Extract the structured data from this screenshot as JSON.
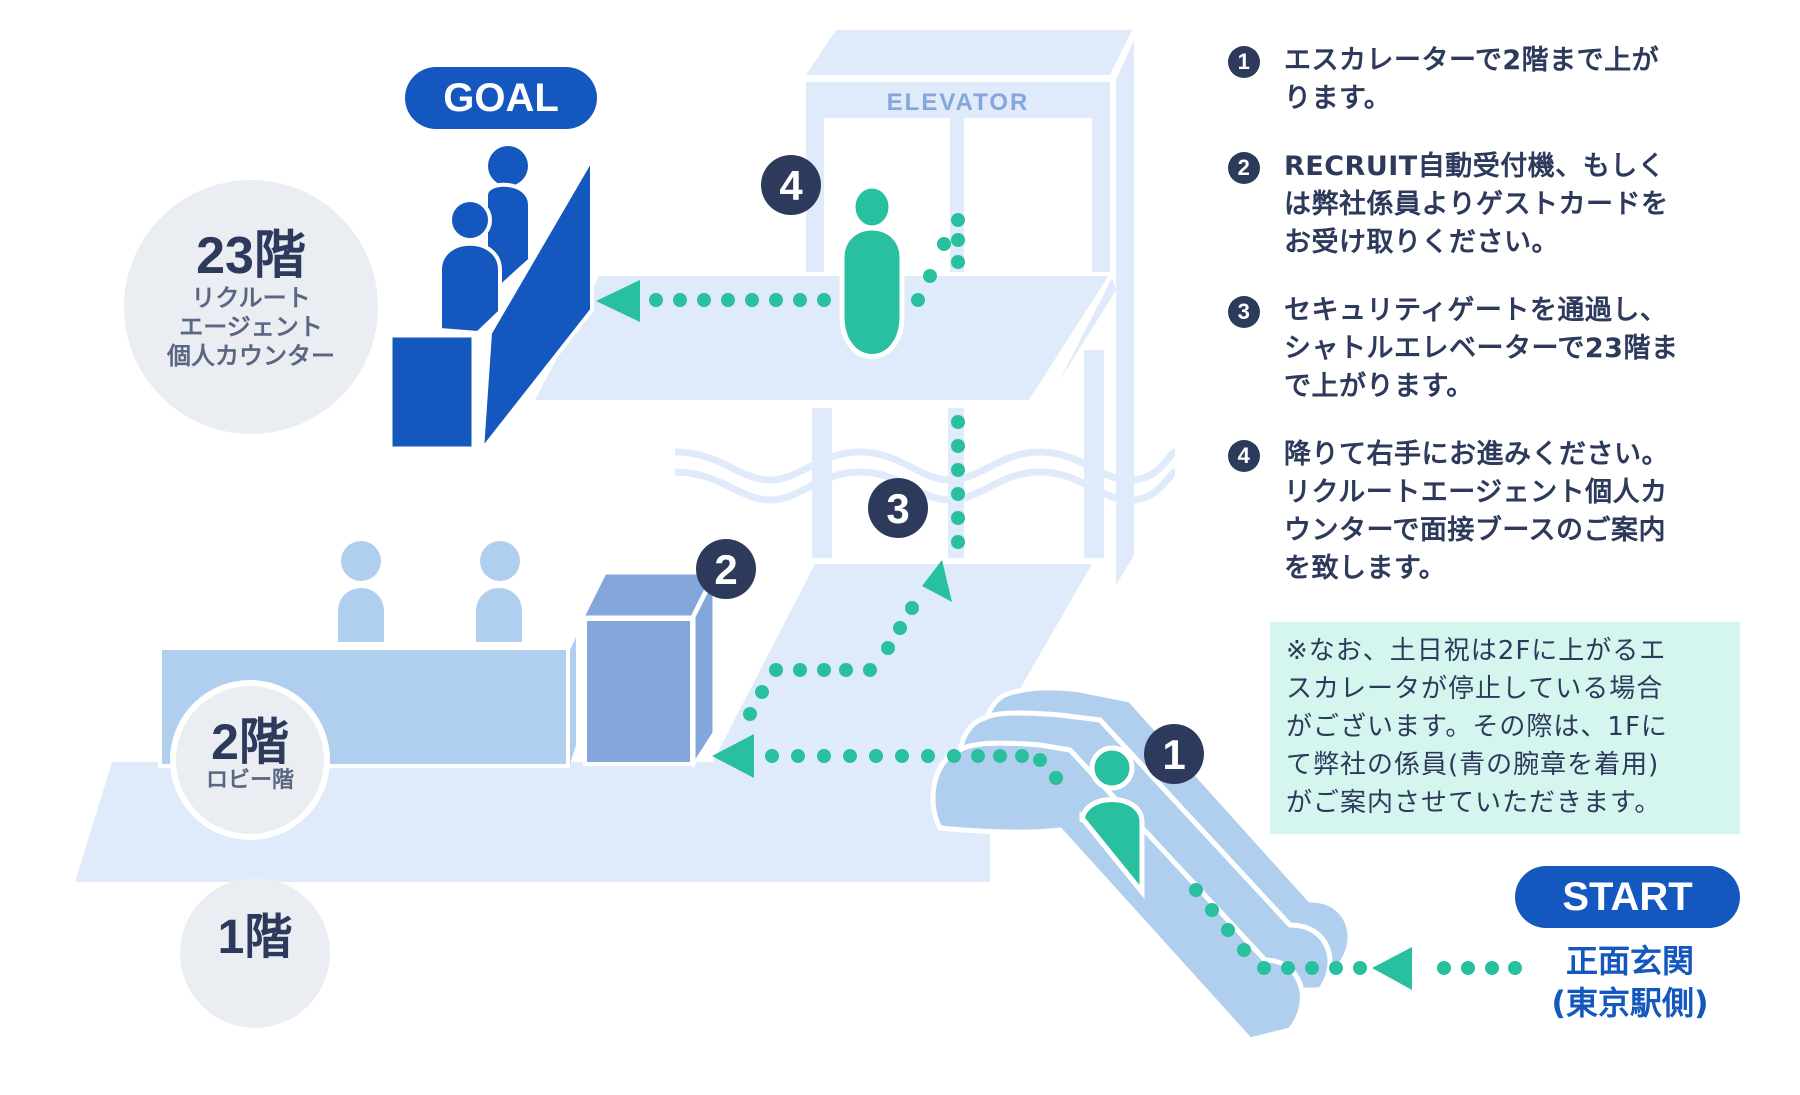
{
  "colors": {
    "navy": "#2d3a5c",
    "brand_blue": "#1457be",
    "teal": "#29c0a0",
    "pale_blue": "#dfeafa",
    "light_blue": "#b0cfee",
    "mid_blue": "#84a7db",
    "badge_gray": "#eaedf2",
    "note_bg": "#d5f6ee"
  },
  "goal": {
    "label": "GOAL"
  },
  "start": {
    "label": "START",
    "place_lines": [
      "正面玄関",
      "(東京駅側)"
    ]
  },
  "floors": {
    "f23": {
      "title": "23階",
      "sub_lines": [
        "リクルート",
        "エージェント",
        "個人カウンター"
      ]
    },
    "f2": {
      "title": "2階",
      "sub": "ロビー階"
    },
    "f1": {
      "title": "1階"
    }
  },
  "elevator": {
    "label": "ELEVATOR"
  },
  "markers": {
    "m1": "1",
    "m2": "2",
    "m3": "3",
    "m4": "4"
  },
  "steps": [
    {
      "num": "1",
      "lines": [
        "エスカレーターで2階まで上が",
        "ります。"
      ]
    },
    {
      "num": "2",
      "lines": [
        "RECRUIT自動受付機、もしく",
        "は弊社係員よりゲストカードを",
        "お受け取りください。"
      ]
    },
    {
      "num": "3",
      "lines": [
        "セキュリティゲートを通過し、",
        "シャトルエレベーターで23階ま",
        "で上がります。"
      ]
    },
    {
      "num": "4",
      "lines": [
        "降りて右手にお進みください。",
        "リクルートエージェント個人カ",
        "ウンターで面接ブースのご案内",
        "を致します。"
      ]
    }
  ],
  "note": {
    "lines": [
      "※なお、土日祝は2Fに上がるエ",
      "スカレータが停止している場合",
      "がございます。その際は、1Fに",
      "て弊社の係員(青の腕章を着用)",
      "がご案内させていただきます。"
    ]
  },
  "icons": {
    "person": "person-icon",
    "arrow": "arrow-left-icon",
    "escalator": "escalator-icon",
    "kiosk": "reception-kiosk-icon",
    "counter": "counter-desk-icon"
  }
}
